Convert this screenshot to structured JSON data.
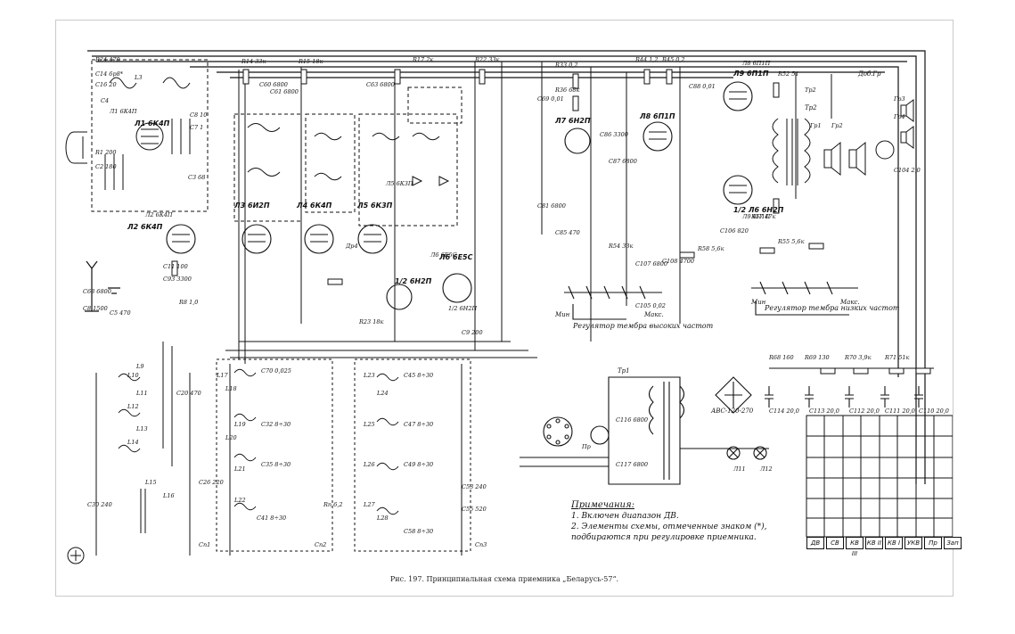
{
  "caption": "Рис. 197. Принципиальная схема приемника „Беларусь-57“.",
  "notes": {
    "heading": "Примечания:",
    "items": [
      "1. Включен диапазон ДВ.",
      "2. Элементы схемы, отмеченные знаком (*),",
      "подбираются при регулировке приемника."
    ]
  },
  "tubes": [
    "Л1 6К4П",
    "Л2 6К4П",
    "Л3 6И2П",
    "Л4 6К4П",
    "Л5 6К3П",
    "Л6 6Е5С",
    "Л7 6Н2П",
    "Л8 6П1П",
    "Л9 6П1П",
    "1/2 Л6 6Н2П",
    "1/2 6Н2П"
  ],
  "tone_controls": [
    {
      "label": "Регулятор тембра высоких частот",
      "min": "Мин",
      "max": "Макс."
    },
    {
      "label": "Регулятор тембра низких частот",
      "min": "Мин",
      "max": "Макс."
    }
  ],
  "bands": [
    "ДВ",
    "СВ",
    "КВ III",
    "КВ II",
    "КВ I",
    "УКВ",
    "Пр",
    "Зап"
  ],
  "power": {
    "transformer": "Тр1",
    "rectifier": "АВС-120-270",
    "output_transformer": "Тр2",
    "speaker_label": "Доб.Гр"
  },
  "labels": [
    "R24 470",
    "C14 6р8*",
    "C16 20",
    "L3",
    "C4",
    "Л1 6К4П",
    "C8 10",
    "C7 1",
    "R1 200",
    "C2 180",
    "C3 68",
    "Л2 6К4П",
    "R14 33к",
    "R15 18к",
    "C60 6800",
    "C63 6800",
    "C61 6800",
    "R17 2к",
    "R22 33к",
    "R33 0,2",
    "R36 68к",
    "C69 0,01",
    "R44 1,2",
    "R45 0,2",
    "C88 0,01",
    "Л8 6П1П",
    "R52 51",
    "Тр2",
    "Гр1",
    "Гр2",
    "Гр3",
    "Гр4",
    "C104 2,0",
    "Л9 6П1П",
    "C81 6800",
    "C85 470",
    "C86 3300",
    "C87 6800",
    "R58 5,6к",
    "C107 6800",
    "C108 4700",
    "R54 33к",
    "C106 820",
    "R55 5,6к",
    "R57 47к",
    "C105 0,02",
    "C93 3300",
    "R8 1,0",
    "C11 100",
    "C9 200",
    "C68 6800",
    "C8 1500",
    "C5 470",
    "L9",
    "L10",
    "L11",
    "L12",
    "L13",
    "L14",
    "L15",
    "L16",
    "L17",
    "L18",
    "L19",
    "L20",
    "L21",
    "L22",
    "L23",
    "L24",
    "L25",
    "L26",
    "L27",
    "L28",
    "C20 470",
    "C26 220",
    "C30 240",
    "C70 0,025",
    "C35 8÷30",
    "C32 8÷30",
    "C41 8÷30",
    "C45 8÷30",
    "C47 8÷30",
    "C49 8÷30",
    "C53 240",
    "C55 520",
    "C58 8÷30",
    "Cп1",
    "Cп2",
    "Cп3",
    "Rп 6,2",
    "R68 160",
    "R69 130",
    "R70 3,9к",
    "R71 51к",
    "C114 20,0",
    "C113 20,0",
    "C112 20,0",
    "C111 20,0",
    "C110 20,0",
    "C116 6800",
    "C117 6800",
    "Пр",
    "Л11",
    "Л12",
    "Др4",
    "R23 18к",
    "Л5 6К3П",
    "Л6 6Е5С",
    "1/2 6Н2П"
  ]
}
